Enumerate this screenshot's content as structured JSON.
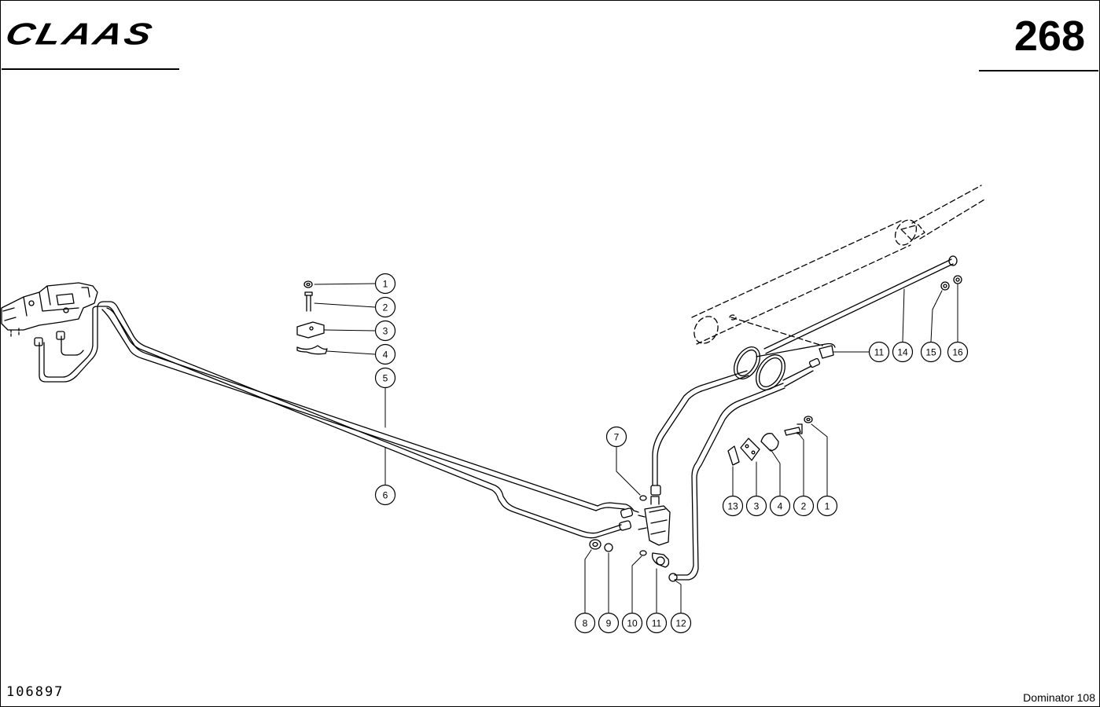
{
  "header": {
    "brand": "CLAAS",
    "page_number": "268"
  },
  "footer": {
    "drawing_number": "106897",
    "model": "Dominator 108"
  },
  "callouts": [
    {
      "id": "left-1",
      "label": "1"
    },
    {
      "id": "left-2",
      "label": "2"
    },
    {
      "id": "left-3",
      "label": "3"
    },
    {
      "id": "left-4",
      "label": "4"
    },
    {
      "id": "left-5",
      "label": "5"
    },
    {
      "id": "left-6",
      "label": "6"
    },
    {
      "id": "mid-7",
      "label": "7"
    },
    {
      "id": "bottom-8",
      "label": "8"
    },
    {
      "id": "bottom-9",
      "label": "9"
    },
    {
      "id": "bottom-10",
      "label": "10"
    },
    {
      "id": "bottom-11",
      "label": "11"
    },
    {
      "id": "bottom-12",
      "label": "12"
    },
    {
      "id": "clamp-13",
      "label": "13"
    },
    {
      "id": "clamp-3",
      "label": "3"
    },
    {
      "id": "clamp-4",
      "label": "4"
    },
    {
      "id": "clamp-2",
      "label": "2"
    },
    {
      "id": "clamp-1",
      "label": "1"
    },
    {
      "id": "top-11",
      "label": "11"
    },
    {
      "id": "top-14",
      "label": "14"
    },
    {
      "id": "top-15",
      "label": "15"
    },
    {
      "id": "top-16",
      "label": "16"
    }
  ]
}
